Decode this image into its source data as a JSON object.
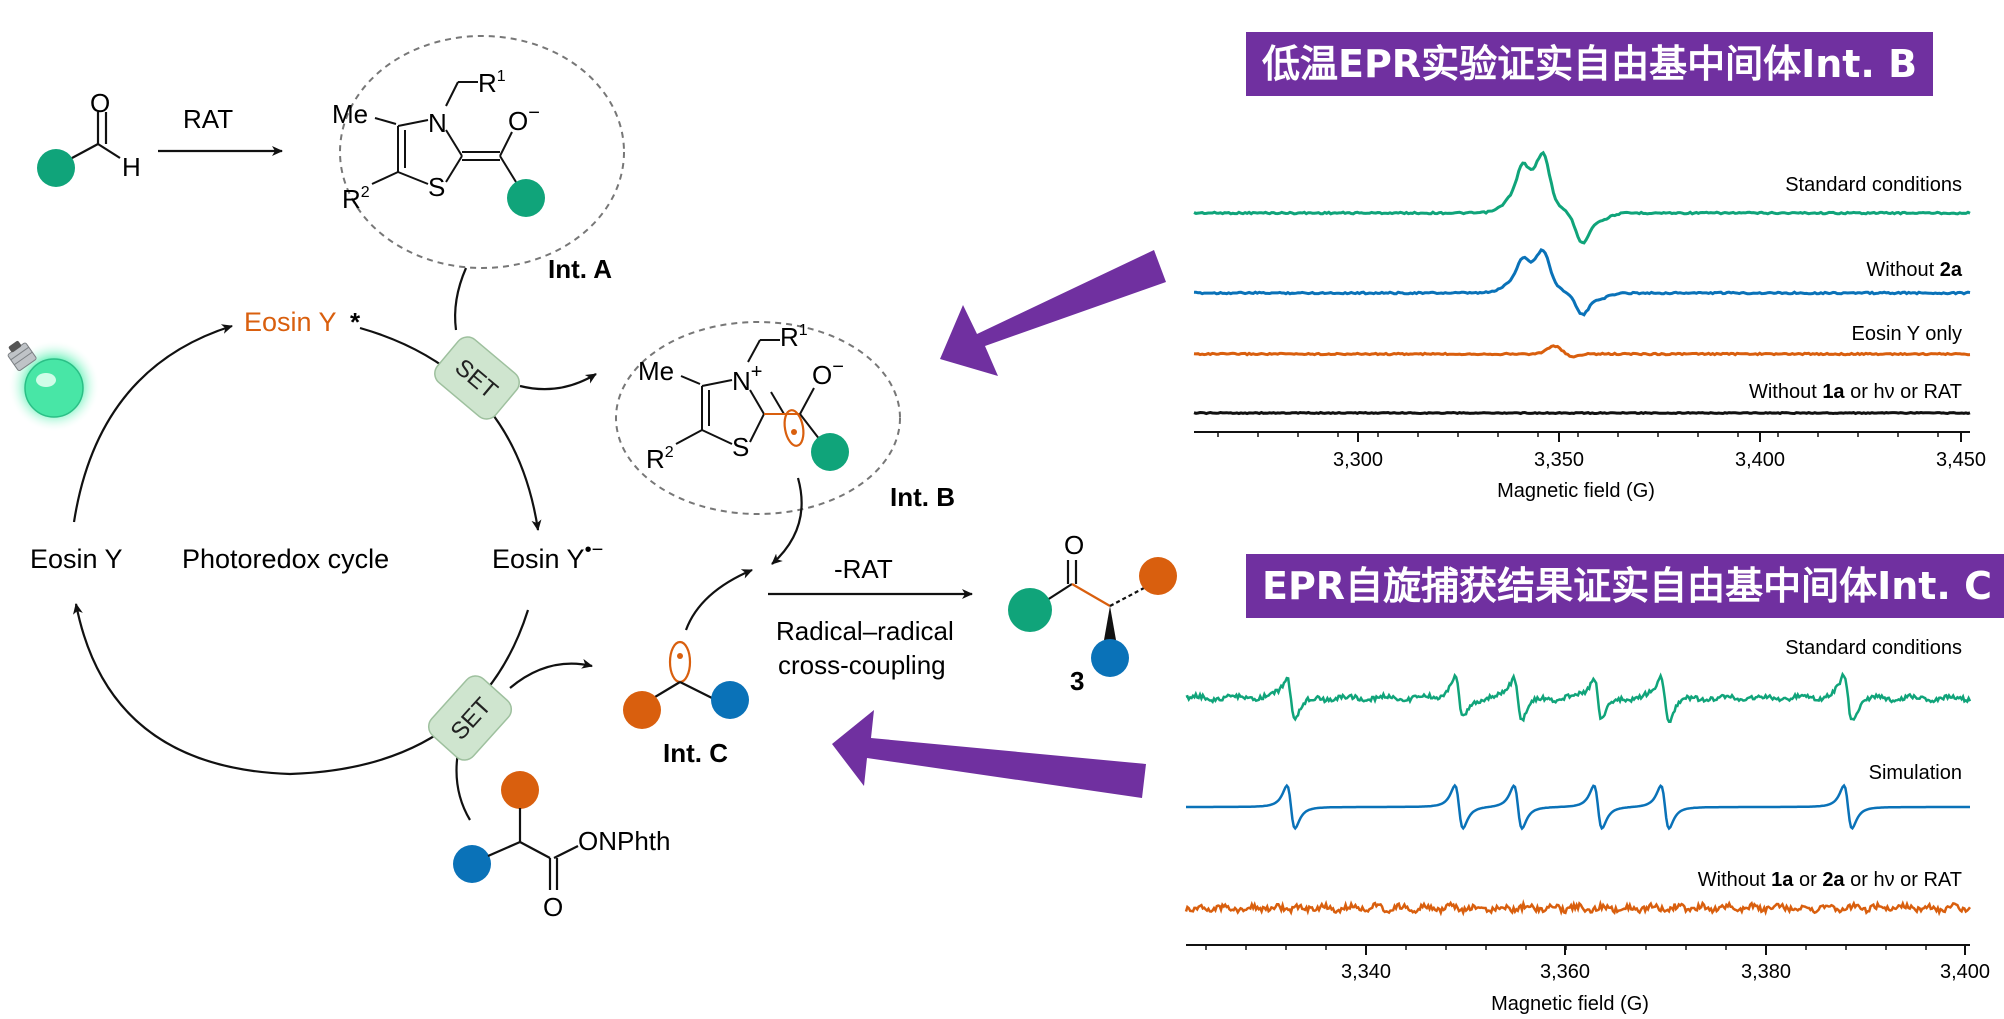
{
  "colors": {
    "green": "#10a47a",
    "orange": "#d95f0e",
    "blue": "#0a72b8",
    "purple": "#7030a0",
    "trace_black": "#111111",
    "set_fill": "#cfe5cf"
  },
  "icons": {
    "bulb": "light-bulb-icon"
  },
  "scheme": {
    "step1_arrow": "RAT",
    "aldehyde_O": "O",
    "aldehyde_H": "H",
    "intA": {
      "me": "Me",
      "N": "N",
      "R1": "R",
      "R1_sup": "1",
      "R2": "R",
      "R2_sup": "2",
      "S": "S",
      "O": "O",
      "O_charge": "−",
      "label": "Int. A"
    },
    "intB": {
      "me": "Me",
      "N": "N",
      "N_charge": "+",
      "R1": "R",
      "R1_sup": "1",
      "R2": "R",
      "R2_sup": "2",
      "S": "S",
      "O": "O",
      "O_charge": "−",
      "label": "Int. B"
    },
    "eosin_excited": "Eosin Y",
    "eosin_star": "*",
    "eosin": "Eosin Y",
    "eosin_radical": "Eosin Y",
    "eosin_radical_sup": "•−",
    "cycle_label": "Photoredox cycle",
    "set_top": "SET",
    "set_bottom": "SET",
    "intC_label": "Int. C",
    "minus_rat": "-RAT",
    "coupling_line1": "Radical–radical",
    "coupling_line2": "cross-coupling",
    "product_O": "O",
    "product_label": "3",
    "ester_onphth": "ONPhth",
    "ester_O": "O"
  },
  "panel_top": {
    "title": "低温EPR实验证实自由基中间体Int. B",
    "traces": [
      {
        "label_parts": [
          "Standard conditions"
        ],
        "color": "#10a47a"
      },
      {
        "label_parts": [
          "Without ",
          "2a"
        ],
        "color": "#0a72b8"
      },
      {
        "label_parts": [
          "Eosin Y only"
        ],
        "color": "#d95f0e"
      },
      {
        "label_parts": [
          "Without ",
          "1a",
          " or hν or RAT"
        ],
        "color": "#111111"
      }
    ],
    "x_ticks": [
      "3,300",
      "3,350",
      "3,400",
      "3,450"
    ],
    "xlabel": "Magnetic field (G)"
  },
  "panel_bottom": {
    "title": "EPR自旋捕获结果证实自由基中间体Int. C",
    "traces": [
      {
        "label_parts": [
          "Standard conditions"
        ],
        "color": "#10a47a"
      },
      {
        "label_parts": [
          "Simulation"
        ],
        "color": "#0a72b8"
      },
      {
        "label_parts": [
          "Without ",
          "1a",
          " or ",
          "2a",
          " or hν or RAT"
        ],
        "color": "#d95f0e"
      }
    ],
    "x_ticks": [
      "3,340",
      "3,360",
      "3,380",
      "3,400"
    ],
    "xlabel": "Magnetic field (G)"
  }
}
